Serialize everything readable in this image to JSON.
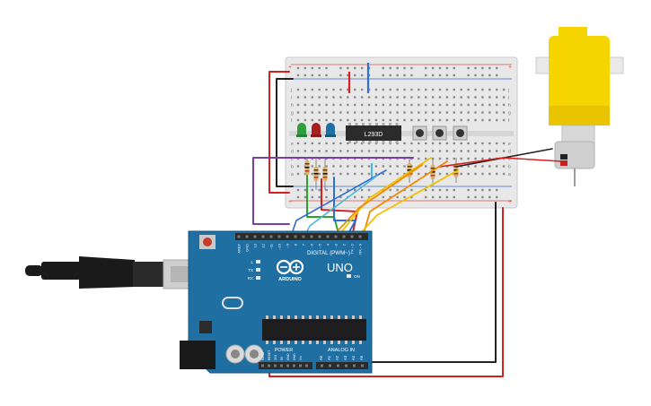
{
  "circuit": {
    "chip_label": "L293D",
    "board": {
      "logo_text": "ARDUINO",
      "model_text": "UNO",
      "digital_header_label": "DIGITAL (PWM~)",
      "on_label": "ON",
      "led_labels": [
        "L",
        "TX",
        "RX"
      ],
      "power_label": "POWER",
      "analog_label": "ANALOG IN",
      "digital_pins": [
        "AREF",
        "GND",
        "13",
        "12",
        "~11",
        "~10",
        "~9",
        "8",
        "7",
        "~6",
        "~5",
        "4",
        "~3",
        "2",
        "TX→1",
        "RX←0"
      ],
      "analog_pins": [
        "A0",
        "A1",
        "A2",
        "A3",
        "A4",
        "A5"
      ],
      "power_pins": [
        "IOREF",
        "RESET",
        "3V3",
        "5V",
        "GND",
        "GND",
        "Vin"
      ]
    },
    "breadboard": {
      "row_letters_top": [
        "j",
        "i",
        "h",
        "g",
        "f"
      ],
      "row_letters_bottom": [
        "e",
        "d",
        "c",
        "b",
        "a"
      ]
    },
    "leds": [
      {
        "name": "green",
        "color": "#2e9e3e"
      },
      {
        "name": "red",
        "color": "#a82020"
      },
      {
        "name": "blue",
        "color": "#1d6fa5"
      }
    ],
    "colors": {
      "board_blue": "#1f6fa3",
      "wire_red": "#d42020",
      "wire_black": "#222222",
      "wire_purple": "#7a3fa0",
      "wire_blue": "#2d6fd6",
      "wire_green": "#2aa52a",
      "wire_orange": "#f08a00",
      "wire_yellow": "#f2c200",
      "wire_cyan": "#4fb7d8",
      "motor_yellow": "#f6d400"
    }
  }
}
